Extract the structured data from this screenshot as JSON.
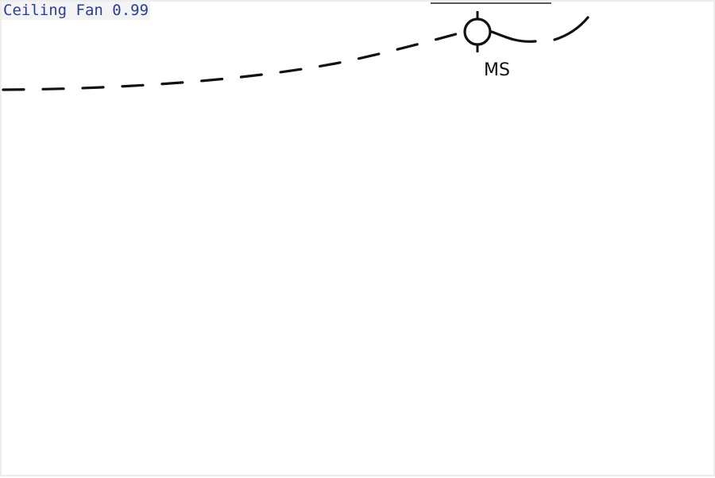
{
  "detection": {
    "class": "Ceiling Fan",
    "confidence": "0.99",
    "label": "Ceiling Fan 0.99",
    "box_color": "#2b3f8f"
  },
  "symbol": {
    "text": "MS",
    "icon": "switch-symbol-icon"
  },
  "colors": {
    "background": "#ffffff",
    "line": "#111111",
    "label_text": "#2b3f8f",
    "label_background": "#f3f3f5"
  }
}
